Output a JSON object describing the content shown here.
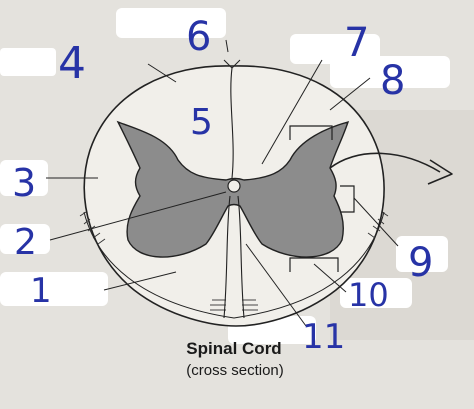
{
  "caption": {
    "title": "Spinal Cord",
    "subtitle": "(cross section)"
  },
  "handwritten_numbers": [
    "1",
    "2",
    "3",
    "4",
    "5",
    "6",
    "7",
    "8",
    "9",
    "10",
    "11"
  ],
  "colors": {
    "ink": "#2733a6",
    "gray_matter": "#8c8c8c",
    "white_matter": "#f1efea",
    "label_box": "#ffffff"
  }
}
